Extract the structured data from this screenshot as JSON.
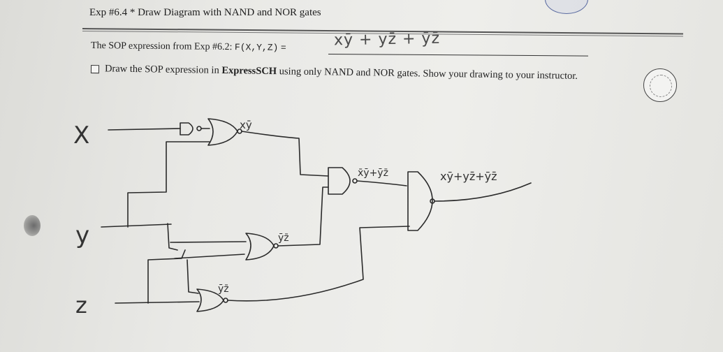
{
  "header": {
    "title": "Exp #6.4 * Draw Diagram with NAND and NOR gates"
  },
  "sop": {
    "prefix": "The SOP expression from Exp #6.2:",
    "function": "F(X,Y,Z)",
    "equals": "=",
    "handwritten_answer": "xȳ + yz̄ + ȳz̄"
  },
  "task": {
    "text_before": "Draw the SOP expression in",
    "app_name": "ExpressSCH",
    "text_after": "using only NAND and NOR gates. Show your drawing to your instructor."
  },
  "circuit": {
    "input_x": "X",
    "input_y": "y",
    "input_z": "z",
    "label_g1": "xȳ",
    "label_g2": "ȳz̄",
    "label_g3": "ȳz̄",
    "label_g4": "x̄ȳ+ȳz̄",
    "label_out": "xȳ+yz̄+ȳz̄"
  }
}
